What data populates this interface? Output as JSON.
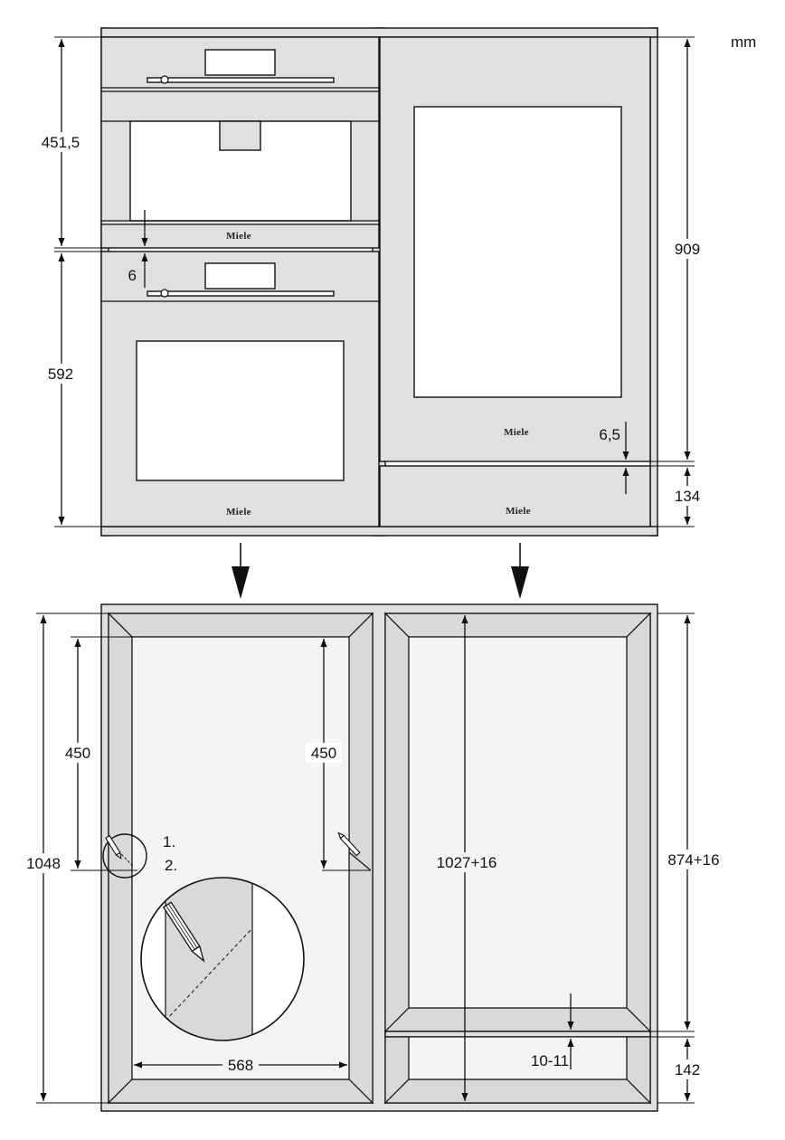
{
  "unit_label": "mm",
  "brand_logo": "Miele",
  "front_view": {
    "dimensions": {
      "upper_appliance_height": "451,5",
      "gap_between_appliances": "6",
      "lower_appliance_height": "592",
      "tall_door_height": "909",
      "door_gap": "6,5",
      "lower_door_height": "134"
    }
  },
  "cabinet_view": {
    "dimensions": {
      "left_marking_height": "450",
      "right_marking_height": "450",
      "overall_niche_height": "1048",
      "niche_width": "568",
      "tall_niche_height": "1027+16",
      "upper_niche_height": "874+16",
      "shelf_gap": "10-11",
      "lower_compartment_height": "142"
    },
    "steps": [
      "1.",
      "2."
    ]
  }
}
